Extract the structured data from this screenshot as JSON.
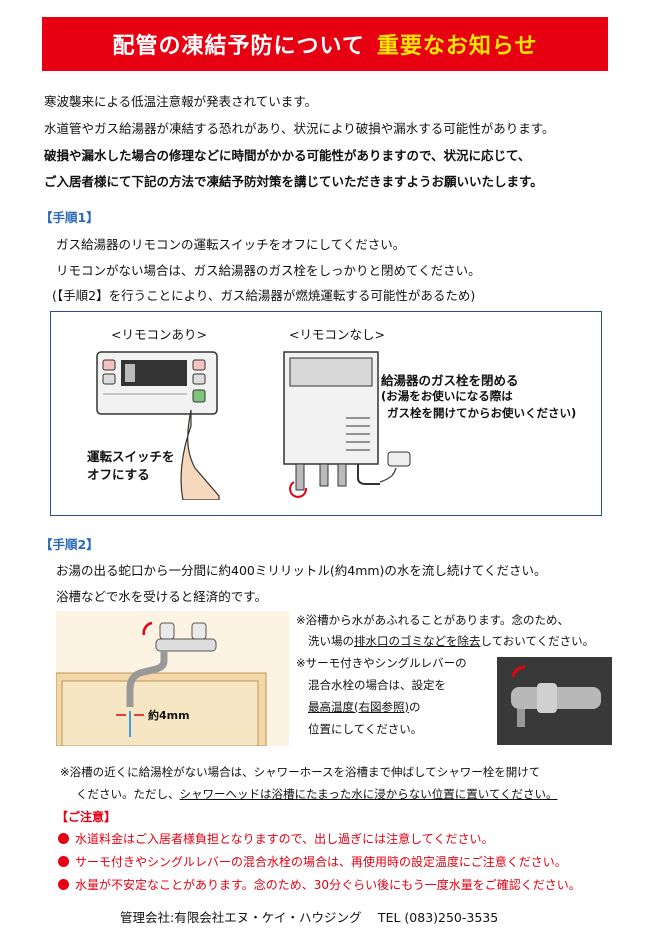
{
  "banner": {
    "title": "配管の凍結予防について",
    "highlight": "重要なお知らせ",
    "bg_color": "#e60012",
    "highlight_color": "#ffe600"
  },
  "intro": [
    "寒波襲来による低温注意報が発表されています。",
    "水道管やガス給湯器が凍結する恐れがあり、状況により破損や漏水する可能性があります。",
    "破損や漏水した場合の修理などに時間がかかる可能性がありますので、状況に応じて、",
    "ご入居者様にて下記の方法で凍結予防対策を講じていただきますようお願いいたします。"
  ],
  "step1": {
    "heading": "【手順1】",
    "lines": [
      "ガス給湯器のリモコンの運転スイッチをオフにしてください。",
      "リモコンがない場合は、ガス給湯器のガス栓をしっかりと閉めてください。",
      "(【手順2】を行うことにより、ガス給湯器が燃焼運転する可能性があるため)"
    ],
    "figure": {
      "remote_label": "<リモコンあり>",
      "no_remote_label": "<リモコンなし>",
      "switch_caption": [
        "運転スイッチを",
        "オフにする"
      ],
      "valve_caption": [
        "給湯器のガス栓を閉める",
        "(お湯をお使いになる際は",
        "ガス栓を開けてからお使いください)"
      ]
    }
  },
  "step2": {
    "heading": "【手順2】",
    "lines": [
      "お湯の出る蛇口から一分間に約400ミリリットル(約4mm)の水を流し続けてください。",
      "浴槽などで水を受けると経済的です。"
    ],
    "figure_label": "約4mm",
    "notes": {
      "n1a": "※浴槽から水があふれることがあります。念のため、",
      "n1b_pre": "洗い場の",
      "n1b_u": "排水口のゴミなどを除去",
      "n1b_post": "しておいてください。",
      "n2a": "※サーモ付きやシングルレバーの",
      "n2b": "混合水栓の場合は、設定を",
      "n2c_u": "最高温度(右図参照)",
      "n2c_post": "の",
      "n2d": "位置にしてください。"
    },
    "shower_note": {
      "line1": "※浴槽の近くに給湯栓がない場合は、シャワーホースを浴槽まで伸ばしてシャワー栓を開けて",
      "line2_pre": "ください。ただし、",
      "line2_u": "シャワーヘッドは浴槽にたまった水に浸からない位置に置いてください。"
    }
  },
  "caution": {
    "heading": "【ご注意】",
    "items": [
      "水道料金はご入居者様負担となりますので、出し過ぎには注意してください。",
      "サーモ付きやシングルレバーの混合水栓の場合は、再使用時の設定温度にご注意ください。",
      "水量が不安定なことがあります。念のため、30分ぐらい後にもう一度水量をご確認ください。"
    ]
  },
  "footer": "管理会社:有限会社エヌ・ケイ・ハウジング　 TEL (083)250-3535"
}
